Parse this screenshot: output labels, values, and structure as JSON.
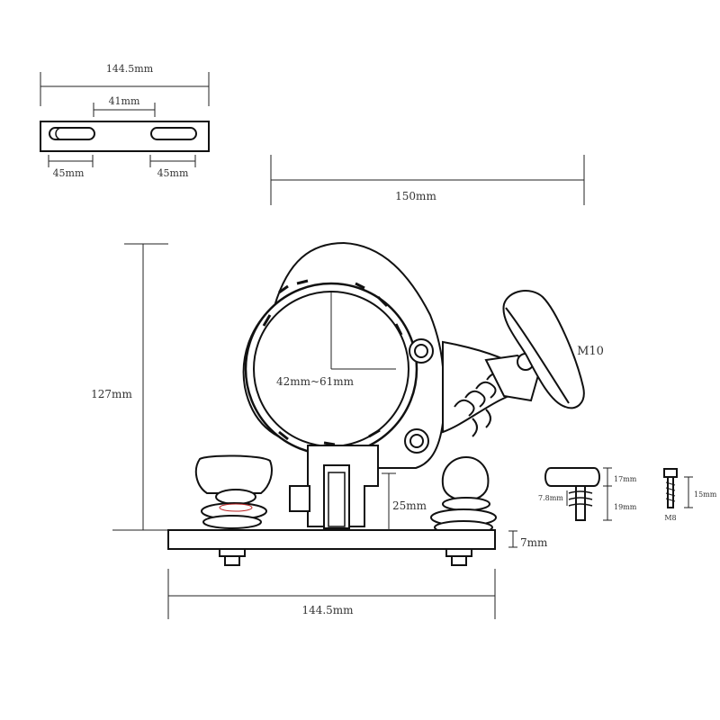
{
  "top_plate": {
    "overall_width": "144.5mm",
    "slot_spacing": "41mm",
    "left_slot": "45mm",
    "right_slot": "45mm"
  },
  "clamp_width": "150mm",
  "height": "127mm",
  "clamp_range": "42mm~61mm",
  "knob_thread": "M10",
  "mount_height": "25mm",
  "plate_thickness": "7mm",
  "base_width": "144.5mm",
  "pin_detail": {
    "top": "17mm",
    "left": "7.8mm",
    "bottom": "19mm"
  },
  "screw_detail": {
    "length": "15mm",
    "label": "M8"
  }
}
